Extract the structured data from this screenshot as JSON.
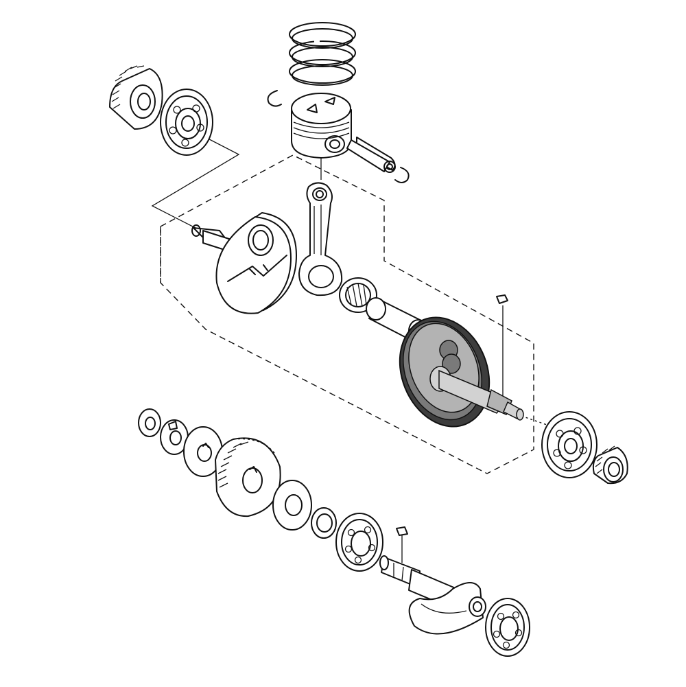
{
  "diagram": {
    "type": "exploded-parts-view",
    "highlight_color": "#555555",
    "line_color": "#111111",
    "background": "#ffffff",
    "parts": [
      "piston-rings",
      "piston",
      "piston-pin",
      "piston-pin-clips",
      "connecting-rod",
      "needle-bearing",
      "crank-pin",
      "crank-web-left",
      "crank-web-right-highlighted",
      "woodruff-key",
      "main-bearing-left",
      "main-bearing-right",
      "timing-gear-left",
      "timing-gear-right",
      "nut",
      "lock-washer",
      "plate-washer",
      "primary-gear",
      "thrust-washer",
      "spacer",
      "balancer-bearing",
      "balancer-key",
      "balancer-shaft",
      "balancer-end-bearing"
    ]
  }
}
